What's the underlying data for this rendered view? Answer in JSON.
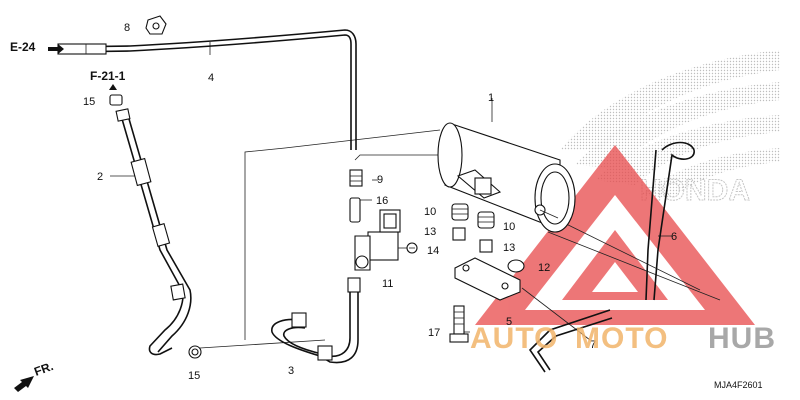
{
  "references": {
    "e24": "E-24",
    "f21": "F-21-1",
    "fr": "FR."
  },
  "part_numbers": [
    "1",
    "2",
    "3",
    "4",
    "5",
    "6",
    "7",
    "8",
    "9",
    "10",
    "10",
    "11",
    "12",
    "13",
    "13",
    "14",
    "15",
    "15",
    "16",
    "17"
  ],
  "labels": {
    "p1": "1",
    "p2": "2",
    "p3": "3",
    "p4": "4",
    "p5": "5",
    "p6": "6",
    "p7": "7",
    "p8": "8",
    "p9": "9",
    "p10a": "10",
    "p10b": "10",
    "p11": "11",
    "p12": "12",
    "p13a": "13",
    "p13b": "13",
    "p14": "14",
    "p15a": "15",
    "p15b": "15",
    "p16": "16",
    "p17": "17"
  },
  "diagram_code": "MJA4F2601",
  "watermark": {
    "auto": "AUTO",
    "moto": "MOTO",
    "hub": "HUB",
    "brand": "HONDA"
  },
  "colors": {
    "watermark_red": "#e8494a",
    "watermark_orange": "#f2b46a",
    "watermark_grey": "#9a9a9a",
    "line": "#222222"
  }
}
